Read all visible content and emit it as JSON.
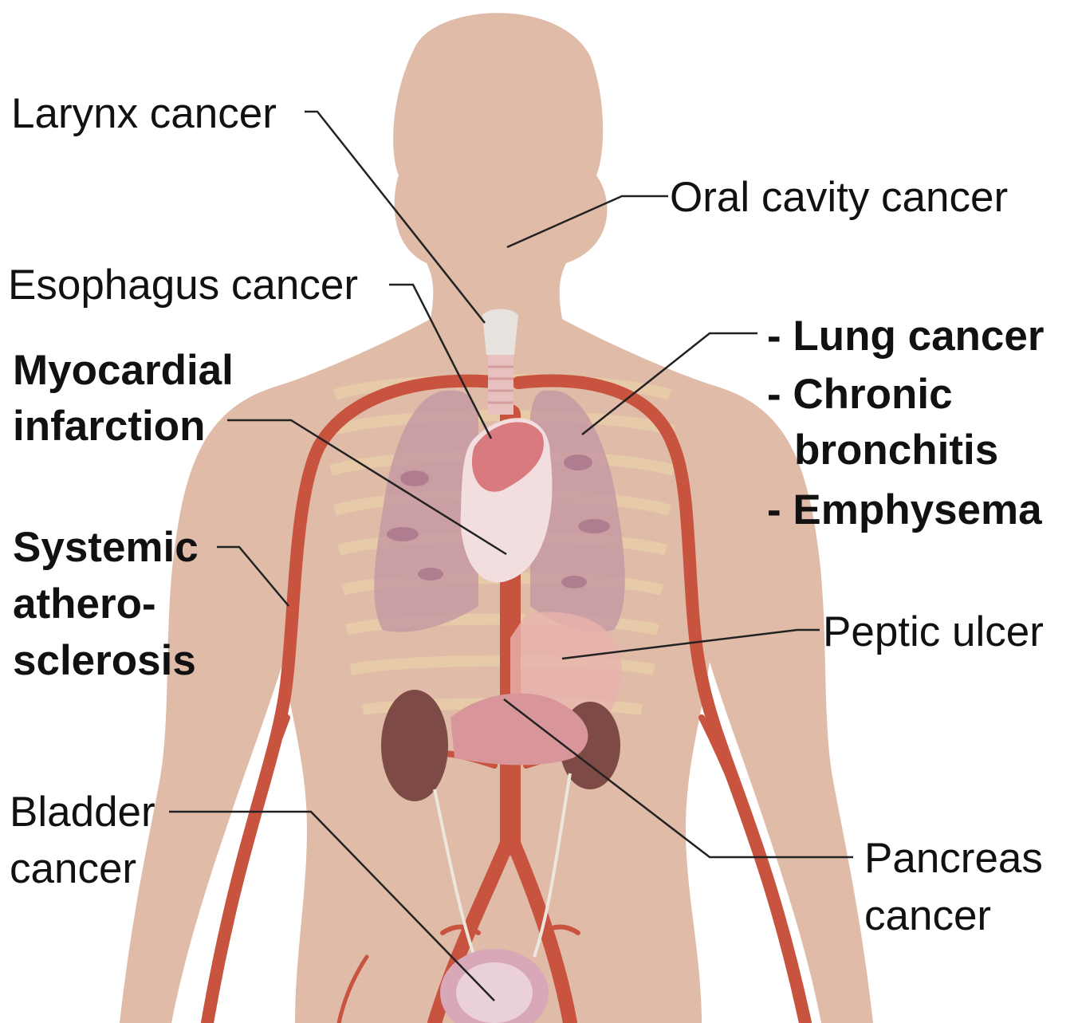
{
  "labels": {
    "larynx": "Larynx cancer",
    "oral_cavity": "Oral cavity cancer",
    "esophagus": "Esophagus cancer",
    "myocardial_line1": "Myocardial",
    "myocardial_line2": "infarction",
    "lung_items": [
      "- Lung cancer",
      "- Chronic",
      "bronchitis",
      "- Emphysema"
    ],
    "systemic_line1": "Systemic",
    "systemic_line2": "athero-",
    "systemic_line3": "sclerosis",
    "peptic_ulcer": "Peptic ulcer",
    "bladder_line1": "Bladder",
    "bladder_line2": "cancer",
    "pancreas_line1": "Pancreas",
    "pancreas_line2": "cancer"
  },
  "colors": {
    "skin": "#dfbba8",
    "artery": "#c8533f",
    "lung": "#c79aa2",
    "lung_mottle": "#8e5478",
    "heart": "#d97a7f",
    "kidney": "#7d4a45",
    "pancreas": "#d8969a",
    "stomach": "#e8b3ac",
    "ribs": "#efd8a8",
    "trachea": "#e9c0c0",
    "leader": "#222222",
    "text": "#111111"
  }
}
